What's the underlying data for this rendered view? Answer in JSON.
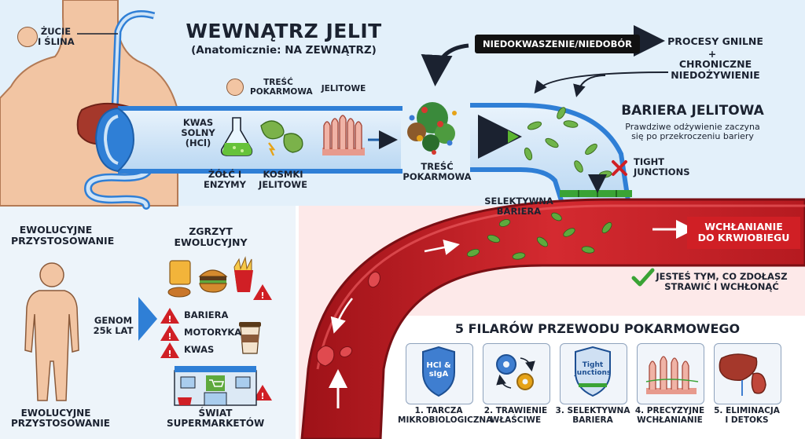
{
  "header": {
    "title": "WEWNĄTRZ JELIT",
    "subtitle": "(Anatomicznie: NA ZEWNĄTRZ)"
  },
  "labels": {
    "chewing": "ŻUCIE\nI ŚLINA",
    "food_content_top": "TREŚĆ\nPOKARMOWA",
    "intestinal": "JELITOWE",
    "hcl": "KWAS\nSOLNY\n(HCl)",
    "bile": "ŻÓŁĆ I\nENZYMY",
    "villi": "KOSMKI\nJELITOWE",
    "food_content_mid": "TREŚĆ\nPOKARMOWA",
    "hypoacidity": "NIEDOKWASZENIE/NIEDOBÓR",
    "putrefaction": "PROCESY GNILNE",
    "plus": "+",
    "malnutrition": "CHRONICZNE\nNIEDOŻYWIENIE",
    "barrier_title": "BARIERA JELITOWA",
    "barrier_sub": "Prawdziwe odżywienie zaczyna\nsię po przekroczeniu bariery",
    "tight_junctions": "TIGHT\nJUNCTIONS",
    "selective_barrier": "SELEKTYWNA\nBARIERA",
    "absorption": "WCHŁANIANIE\nDO KRWIOBIEGU",
    "you_are": "JESTEŚ TYM, CO ZDOŁASZ\nSTRAWIĆ I WCHŁONĄĆ"
  },
  "evolution": {
    "top_label": "EWOLUCYJNE\nPRZYSTOSOWANIE",
    "bottom_label": "EWOLUCYJNE\nPRZYSTOSOWANIE",
    "genome": "GENOM\n25k LAT",
    "clash": "ZGRZYT\nEWOLUCYJNY",
    "warnings": [
      "BARIERA",
      "MOTORYKA",
      "KWAS"
    ],
    "supermarket": "ŚWIAT\nSUPERMARKETÓW"
  },
  "pillars": {
    "title": "5 FILARÓW PRZEWODU POKARMOWEGO",
    "items": [
      {
        "icon_text": "HCl &\nsIgA",
        "label": "1. TARCZA\nMIKROBIOLOGICZNA",
        "icon": "shield-icon"
      },
      {
        "icon_text": "",
        "label": "2. TRAWIENIE\nWŁAŚCIWE",
        "icon": "gears-icon"
      },
      {
        "icon_text": "Tight\njunctions",
        "label": "3. SELEKTYWNA\nBARIERA",
        "icon": "shield-icon"
      },
      {
        "icon_text": "",
        "label": "4. PRECYZYJNE\nWCHŁANIANIE",
        "icon": "villi-icon"
      },
      {
        "icon_text": "",
        "label": "5. ELIMINACJA\nI DETOKS",
        "icon": "liver-kidney-icon"
      }
    ]
  },
  "colors": {
    "intestine": "#2f7fd6",
    "intestine_light": "#cfe4f7",
    "blood": "#c8232b",
    "blood_dark": "#8e1318",
    "barrier_green": "#3aa335",
    "warning": "#d01f25",
    "background_blue": "#e3f0fa",
    "background_pink": "#fde9e9"
  }
}
